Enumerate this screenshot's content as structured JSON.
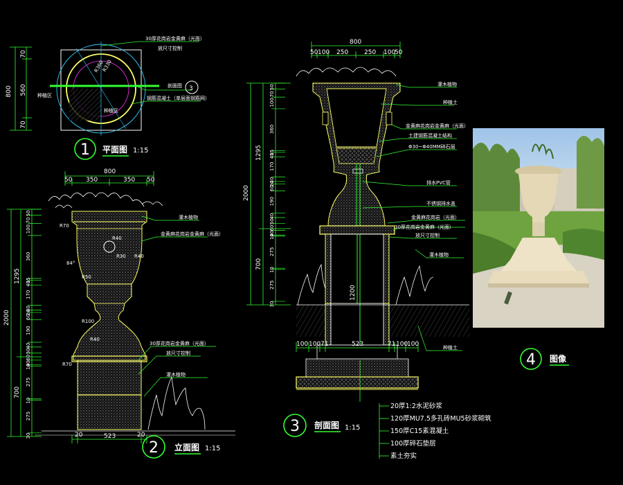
{
  "colors": {
    "background": "#000000",
    "outline": "#ffff66",
    "dimension": "#33ff33",
    "leader": "#33ff33",
    "note": "#ffffff",
    "gold": "#e6c84a",
    "cyan": "#33ccff",
    "magenta": "#ff33ff"
  },
  "plan": {
    "title": "平面图",
    "scale": "1:15",
    "number": "1",
    "dim_top": "800",
    "dims_left": [
      "70",
      "560",
      "70"
    ],
    "radii": [
      "R360",
      "R330"
    ],
    "section_mark": "3",
    "section_label": "剖面图",
    "annotations": [
      "30厚花岗岩金黄麻（光面）",
      "放尺寸控制",
      "种植区",
      "钢筋混凝土（单层面钢筋网）",
      "种植区"
    ]
  },
  "elevation": {
    "title": "立面图",
    "scale": "1:15",
    "number": "2",
    "dim_top_total": "800",
    "dims_top": [
      "50",
      "350",
      "350",
      "50"
    ],
    "dims_left_total": [
      "2000"
    ],
    "dims_left_sub": [
      "1295",
      "700"
    ],
    "dims_left_detail": [
      "50",
      "70",
      "100",
      "360",
      "15",
      "40",
      "170",
      "40",
      "20",
      "60",
      "190",
      "40",
      "50",
      "60",
      "40",
      "10",
      "275",
      "10",
      "275",
      "30"
    ],
    "dim_bottom": [
      "20",
      "523",
      "20"
    ],
    "radii": [
      "R70",
      "R40",
      "R30",
      "R50",
      "R100",
      "R40",
      "R70",
      "R40"
    ],
    "angle": "84°",
    "annotations": [
      "灌木植物",
      "金黄麻花岗岩金黄麻（光面）",
      "30厚花岗岩金黄麻（光面）",
      "放尺寸控制",
      "灌木植物"
    ]
  },
  "section": {
    "title": "剖面图",
    "scale": "1:15",
    "number": "3",
    "dim_top_total": "800",
    "dims_top": [
      "50",
      "100",
      "250",
      "250",
      "100",
      "50"
    ],
    "dims_left_total": [
      "2000"
    ],
    "dims_left_sub": [
      "1295",
      "700"
    ],
    "dims_left_detail": [
      "50",
      "70",
      "100",
      "360",
      "15",
      "40",
      "170",
      "40",
      "20",
      "60",
      "190",
      "40",
      "50",
      "60",
      "40",
      "10",
      "275",
      "10",
      "275",
      "30"
    ],
    "dim_bottom": [
      "100",
      "100",
      "71",
      "523",
      "71",
      "100",
      "100"
    ],
    "center_dim": "1200",
    "annotations": [
      "灌木植物",
      "种植土",
      "金黄麻花岗岩金黄麻（光面）",
      "土建钢筋混凝土结构",
      "Φ30~Φ40MM碎石层",
      "排水PVC管",
      "不锈钢排水盖",
      "金黄麻花岗岩（光面）",
      "30厚花岗岩金黄麻（光面）",
      "放尺寸控制",
      "灌木植物",
      "种植土"
    ],
    "layers": [
      "20厚1:2水泥砂浆",
      "120厚MU7.5多孔砖MU5砂浆砌筑",
      "150厚C15素混凝土",
      "100厚碎石垫层",
      "素土夯实"
    ]
  },
  "photo": {
    "title": "图像",
    "number": "4"
  }
}
